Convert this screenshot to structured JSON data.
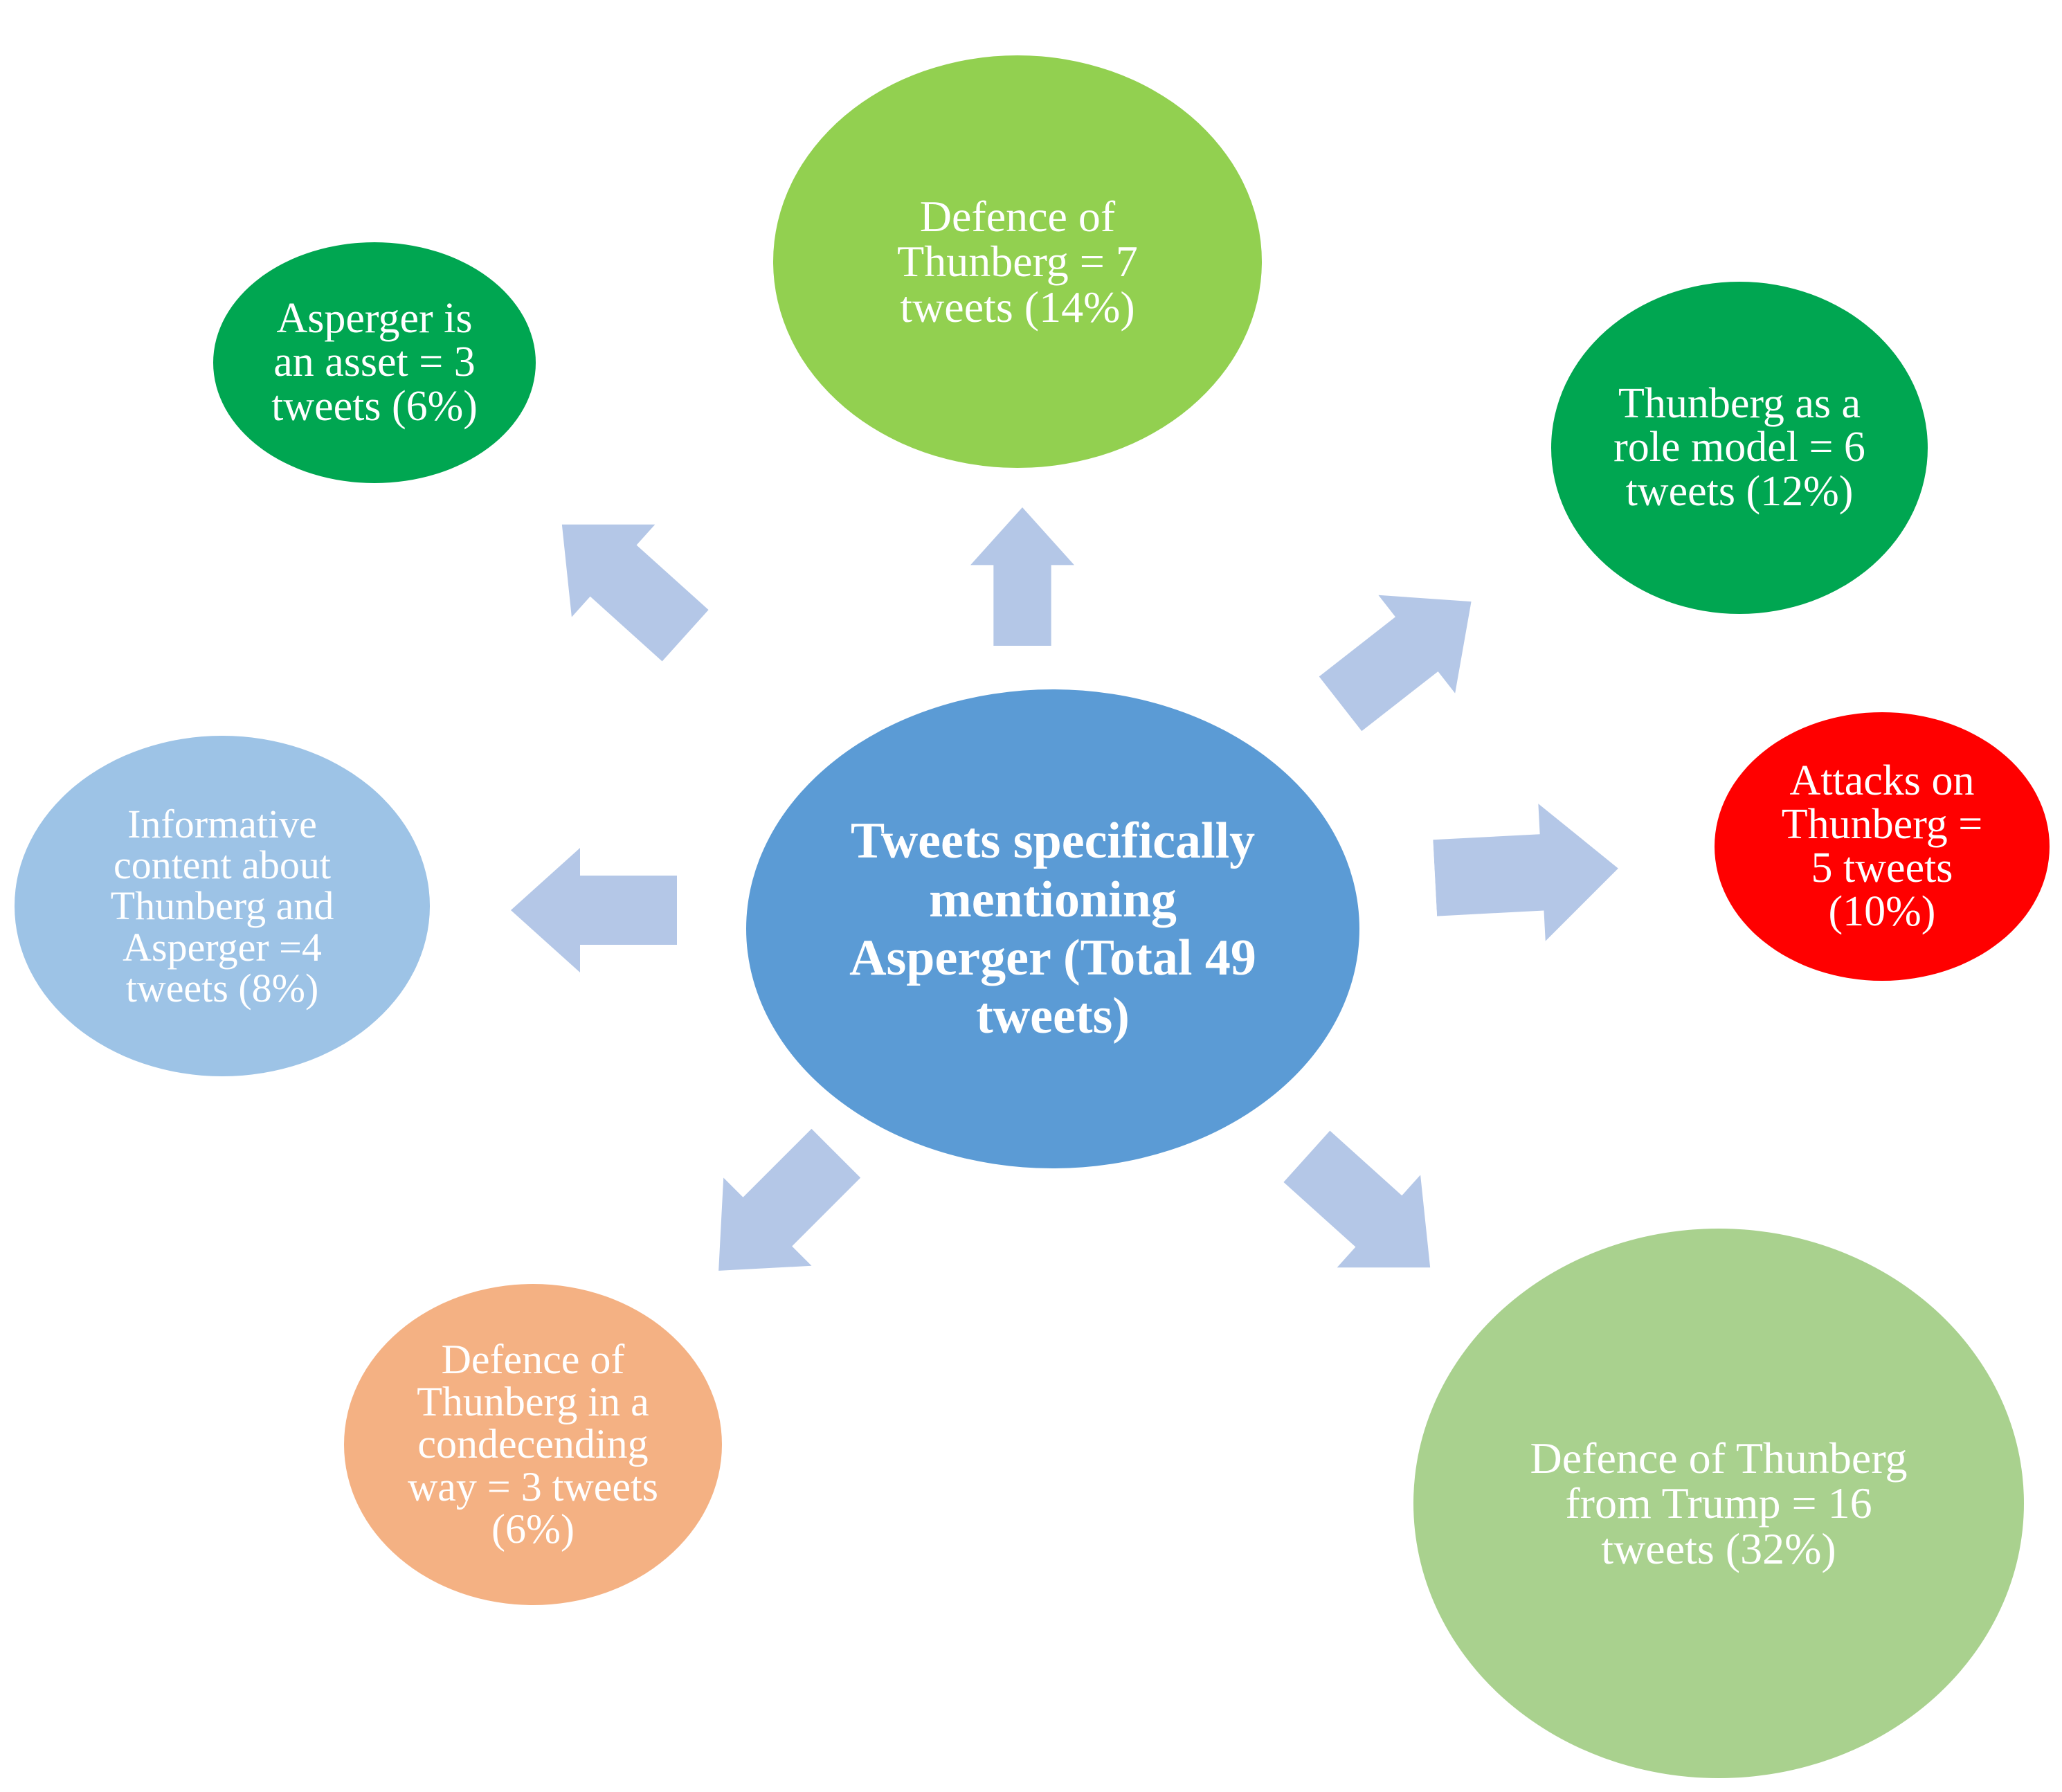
{
  "center": {
    "label": "Tweets specifically mentioning Asperger (Total 49 tweets)",
    "color": "#5b9bd5"
  },
  "categories": [
    {
      "id": "asset",
      "label": "Asperger is an asset = 3 tweets (6%)",
      "color": "#00a651"
    },
    {
      "id": "defence",
      "label": "Defence of Thunberg = 7 tweets (14%)",
      "color": "#92d050"
    },
    {
      "id": "role_model",
      "label": "Thunberg as a role model = 6 tweets (12%)",
      "color": "#00a651"
    },
    {
      "id": "attacks",
      "label": "Attacks on Thunberg = 5 tweets (10%)",
      "color": "#ff0000"
    },
    {
      "id": "informative",
      "label": "Informative content about Thunberg and Asperger =4 tweets (8%)",
      "color": "#9dc3e6"
    },
    {
      "id": "condescending",
      "label": "Defence of Thunberg in a condecending way = 3 tweets (6%)",
      "color": "#f4b183"
    },
    {
      "id": "trump",
      "label": "Defence of Thunberg from Trump = 16 tweets (32%)",
      "color": "#a9d18e"
    }
  ],
  "arrow_color": "#b4c7e7"
}
